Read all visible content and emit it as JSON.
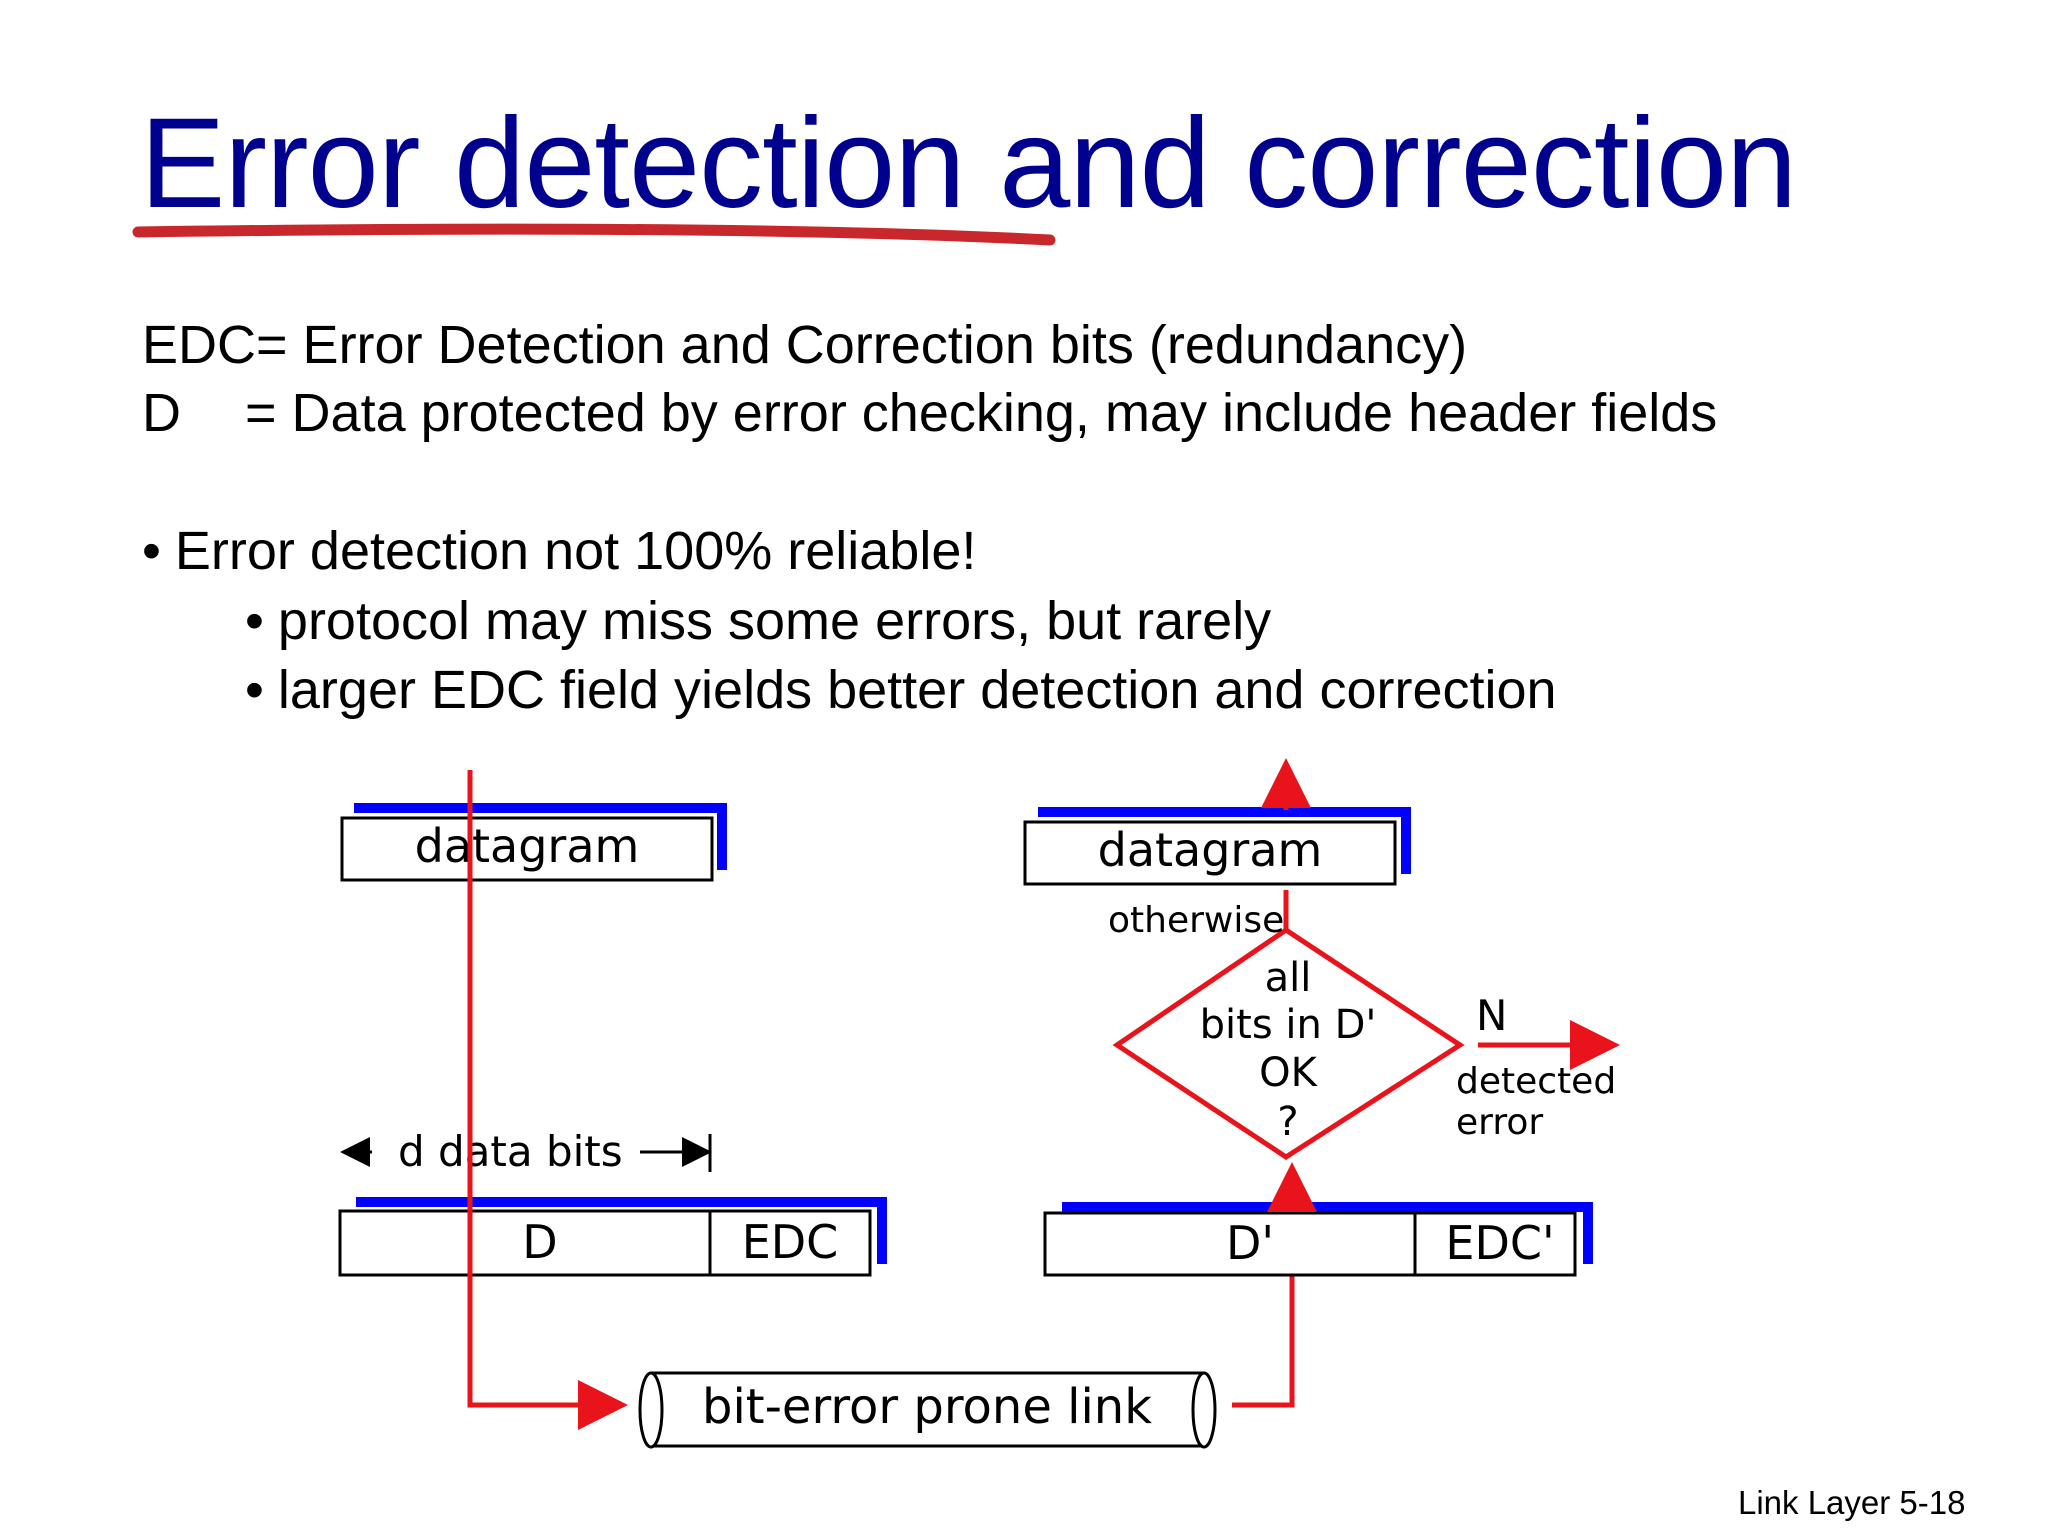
{
  "title": "Error detection and correction",
  "definitions": {
    "edc": "EDC= Error Detection and Correction bits (redundancy)",
    "d_key": "D",
    "d": "= Data protected by error checking, may include header fields"
  },
  "bullets": {
    "main": "Error detection not 100% reliable!",
    "sub": [
      "protocol may miss some errors, but rarely",
      "larger EDC field yields better detection and correction"
    ]
  },
  "diagram": {
    "sender": {
      "datagram": "datagram",
      "data_bits": "d data bits",
      "d": "D",
      "edc": "EDC"
    },
    "receiver": {
      "datagram": "datagram",
      "otherwise": "otherwise",
      "decision": [
        "all",
        "bits in D'",
        "OK",
        "?"
      ],
      "n": "N",
      "detected_error": [
        "detected",
        "error"
      ],
      "d_prime": "D'",
      "edc_prime": "EDC'"
    },
    "link": "bit-error prone link"
  },
  "footer": "Link Layer  5-18",
  "colors": {
    "title": "#00008f",
    "flow": "#e8131b",
    "shadow": "#0000ff",
    "underline": "#c8282b"
  }
}
